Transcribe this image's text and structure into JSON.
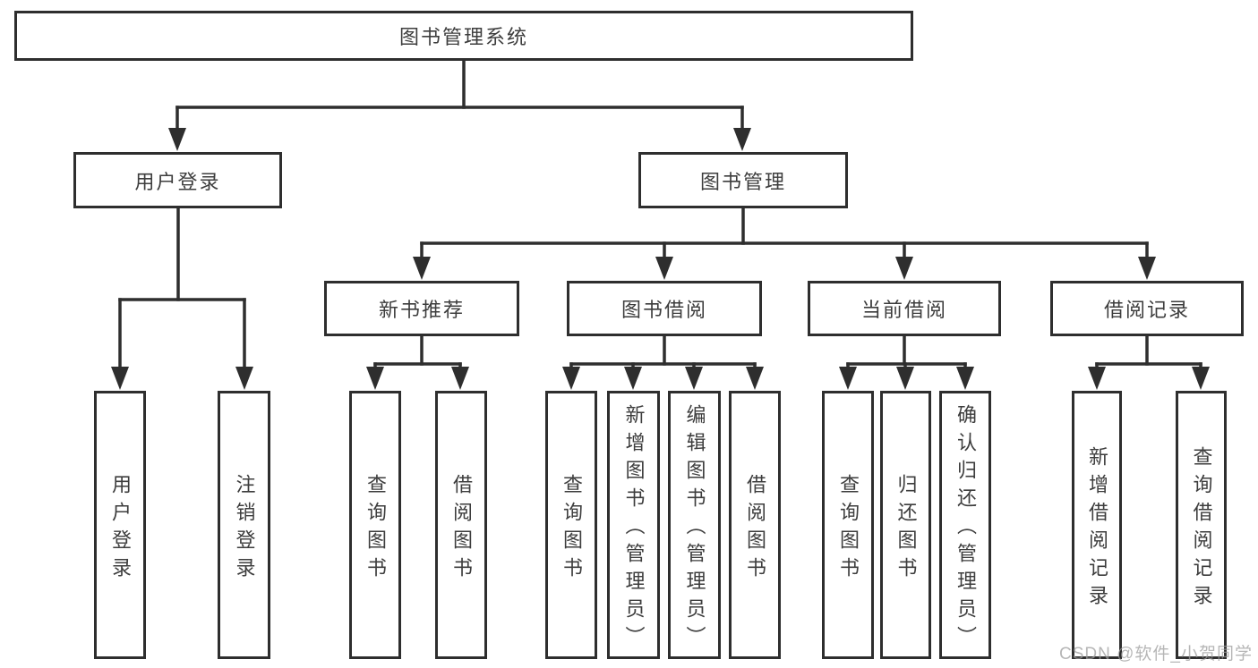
{
  "diagram": {
    "colors": {
      "line": "#2e2e2e",
      "box_border": "#2e2e2e",
      "text": "#3d3d3d",
      "background": "#ffffff",
      "watermark": "#9e9e9e"
    },
    "tree": {
      "root": {
        "label": "图书管理系统"
      },
      "children": [
        {
          "label": "用户登录",
          "children": [
            {
              "label": "用户登录"
            },
            {
              "label": "注销登录"
            }
          ]
        },
        {
          "label": "图书管理",
          "children": [
            {
              "label": "新书推荐",
              "children": [
                {
                  "label": "查询图书"
                },
                {
                  "label": "借阅图书"
                }
              ]
            },
            {
              "label": "图书借阅",
              "children": [
                {
                  "label": "查询图书"
                },
                {
                  "label": "新增图书（管理员）"
                },
                {
                  "label": "编辑图书（管理员）"
                },
                {
                  "label": "借阅图书"
                }
              ]
            },
            {
              "label": "当前借阅",
              "children": [
                {
                  "label": "查询图书"
                },
                {
                  "label": "归还图书"
                },
                {
                  "label": "确认归还（管理员）"
                }
              ]
            },
            {
              "label": "借阅记录",
              "children": [
                {
                  "label": "新增借阅记录"
                },
                {
                  "label": "查询借阅记录"
                }
              ]
            }
          ]
        }
      ]
    },
    "watermark": {
      "text": "CSDN @软件_小贺同学"
    }
  }
}
